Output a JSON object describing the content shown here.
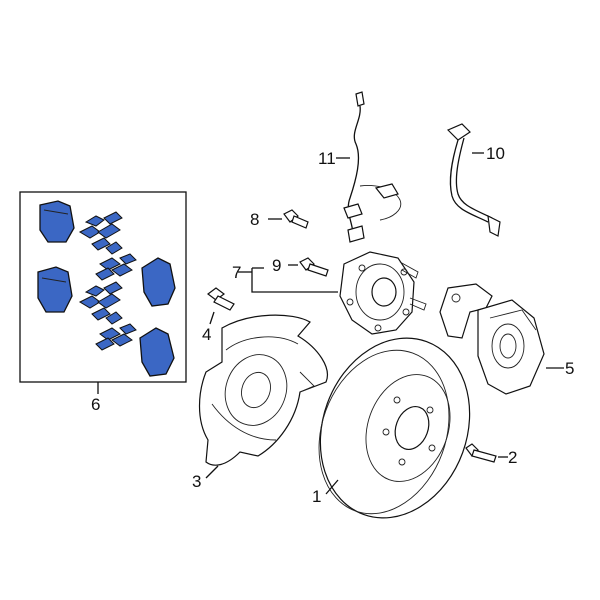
{
  "callouts": [
    {
      "id": "1",
      "label": "1"
    },
    {
      "id": "2",
      "label": "2"
    },
    {
      "id": "3",
      "label": "3"
    },
    {
      "id": "4",
      "label": "4"
    },
    {
      "id": "5",
      "label": "5"
    },
    {
      "id": "6",
      "label": "6"
    },
    {
      "id": "7",
      "label": "7"
    },
    {
      "id": "8",
      "label": "8"
    },
    {
      "id": "9",
      "label": "9"
    },
    {
      "id": "10",
      "label": "10"
    },
    {
      "id": "11",
      "label": "11"
    }
  ],
  "colors": {
    "pad_highlight": "#3b67c4",
    "line": "#111111",
    "background": "#ffffff"
  }
}
